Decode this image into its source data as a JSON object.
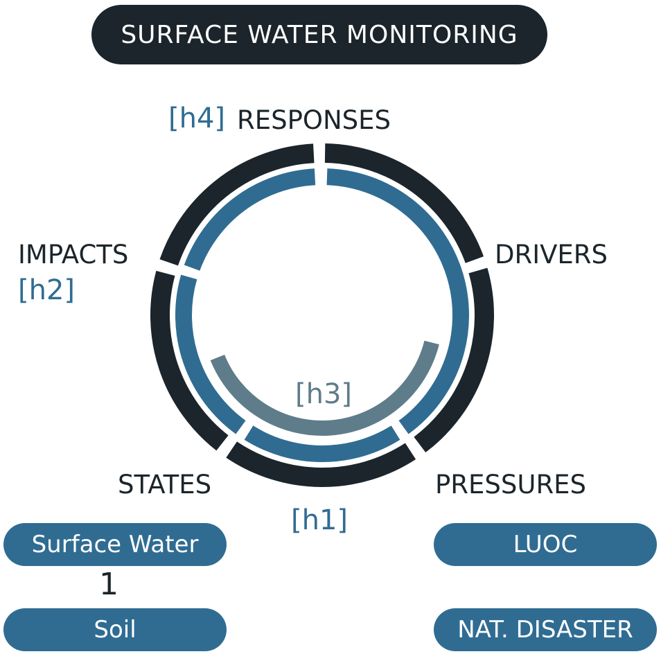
{
  "title": "SURFACE WATER MONITORING",
  "labels": {
    "responses": "RESPONSES",
    "drivers": "DRIVERS",
    "pressures": "PRESSURES",
    "states": "STATES",
    "impacts": "IMPACTS"
  },
  "hypotheses": {
    "h1": "[h1]",
    "h2": "[h2]",
    "h3": "[h3]",
    "h4": "[h4]"
  },
  "states_items": [
    "Surface Water",
    "Soil"
  ],
  "states_connector": "1",
  "pressures_items": [
    "LUOC",
    "NAT. DISASTER"
  ],
  "colors": {
    "dark": "#1b252b",
    "blue": "#306c92",
    "gray": "#5f7c8a"
  }
}
